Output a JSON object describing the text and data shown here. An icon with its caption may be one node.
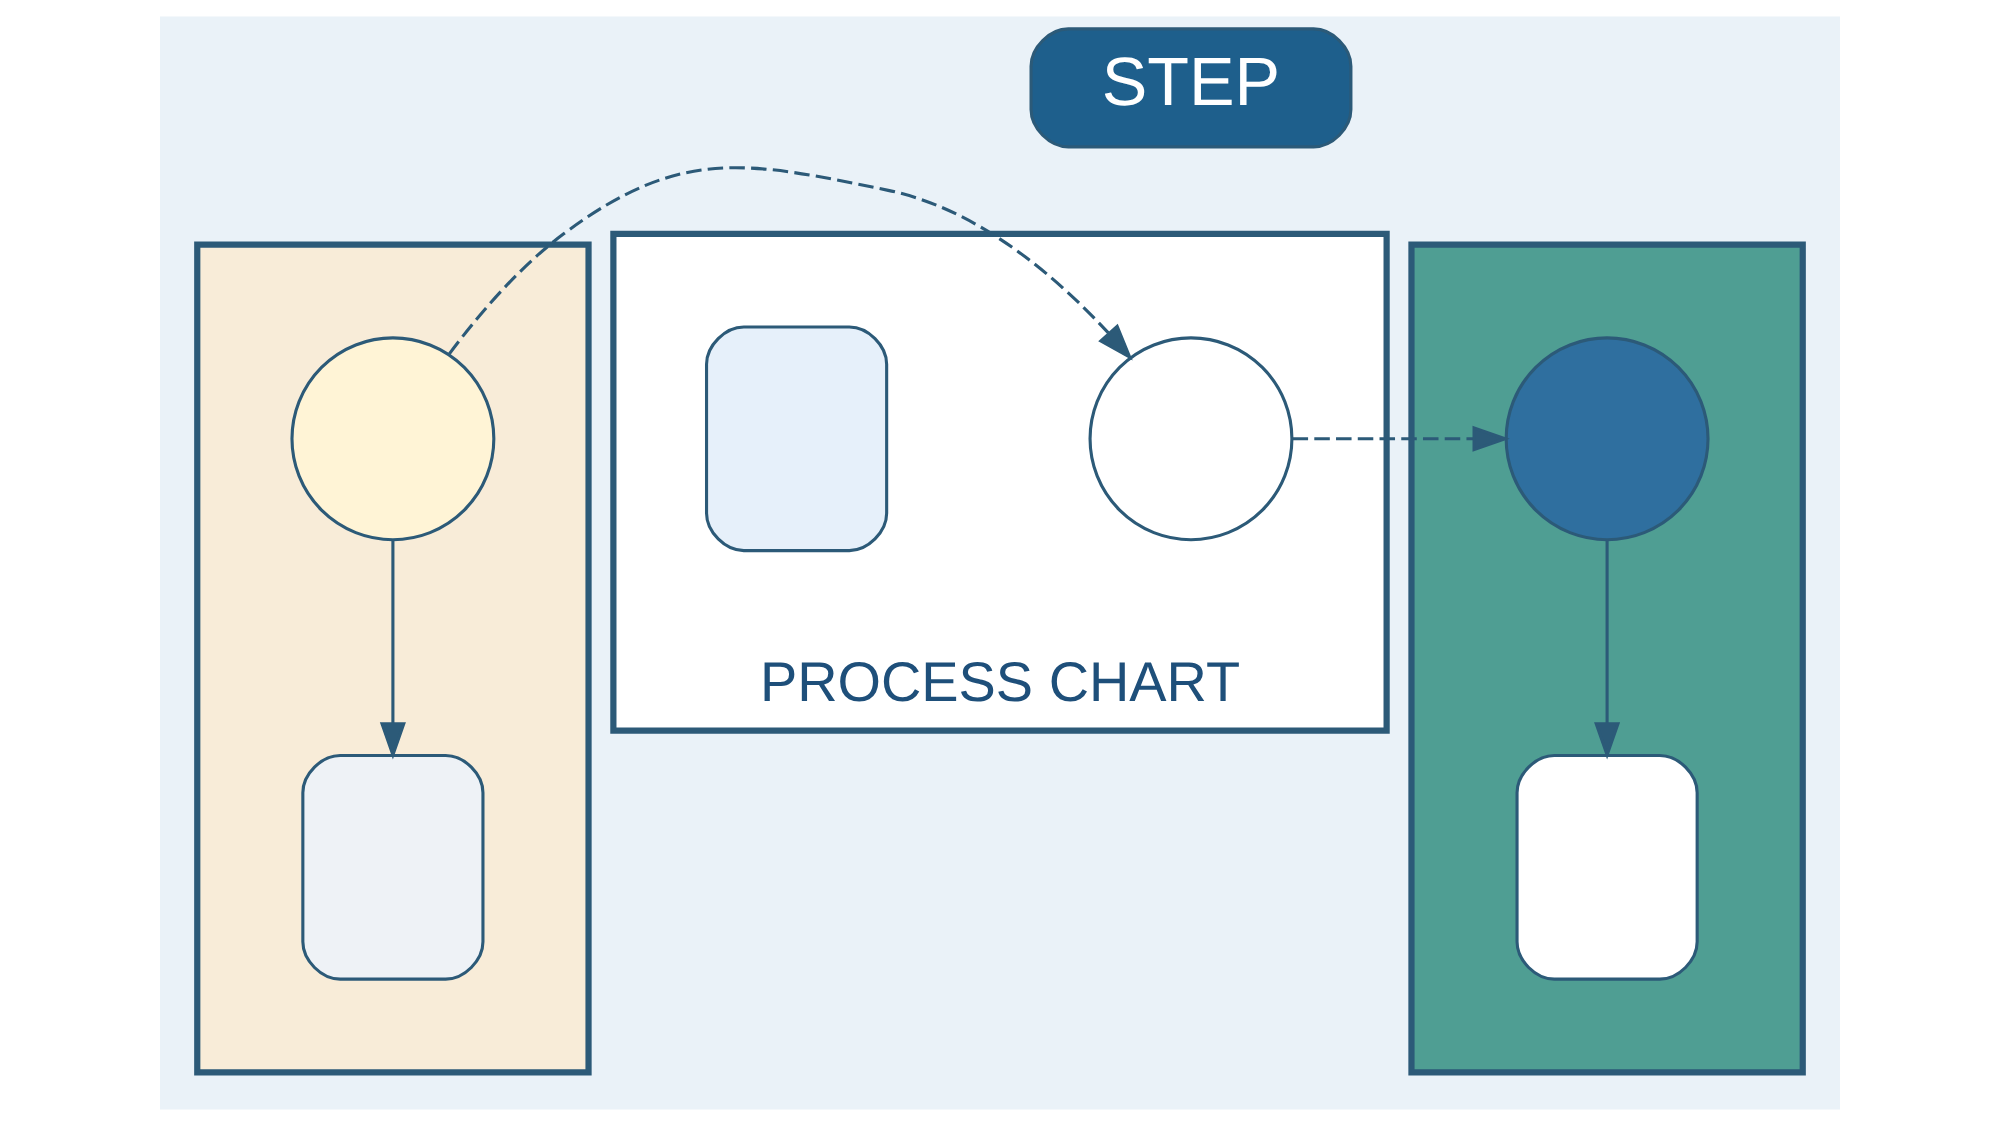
{
  "diagram": {
    "nodes": [
      {
        "text": [
          "STEP"
        ]
      },
      {
        "text": [],
        "shape": "box"
      },
      {
        "text": [
          "PROCESS CHART"
        ]
      },
      {
        "text": [],
        "shape": "box"
      },
      {
        "text": [],
        "shape": "circle",
        "in": 1
      },
      {
        "text": [],
        "shape": "box",
        "in": 1
      },
      {
        "text": [],
        "shape": "circle",
        "in": 2
      },
      {
        "text": [],
        "shape": "box",
        "in": 2
      },
      {
        "text": [],
        "shape": "circle",
        "in": 3
      },
      {
        "text": [],
        "shape": "box",
        "in": 3
      }
    ],
    "edges": [
      {
        "from": 4,
        "to": 6,
        "arrow": "to",
        "style": "dashed"
      },
      {
        "from": 6,
        "to": 8,
        "arrow": "to",
        "style": "dashed"
      },
      {
        "from": 4,
        "to": 5,
        "arrow": "to"
      },
      {
        "from": 8,
        "to": 9,
        "arrow": "to"
      }
    ]
  }
}
